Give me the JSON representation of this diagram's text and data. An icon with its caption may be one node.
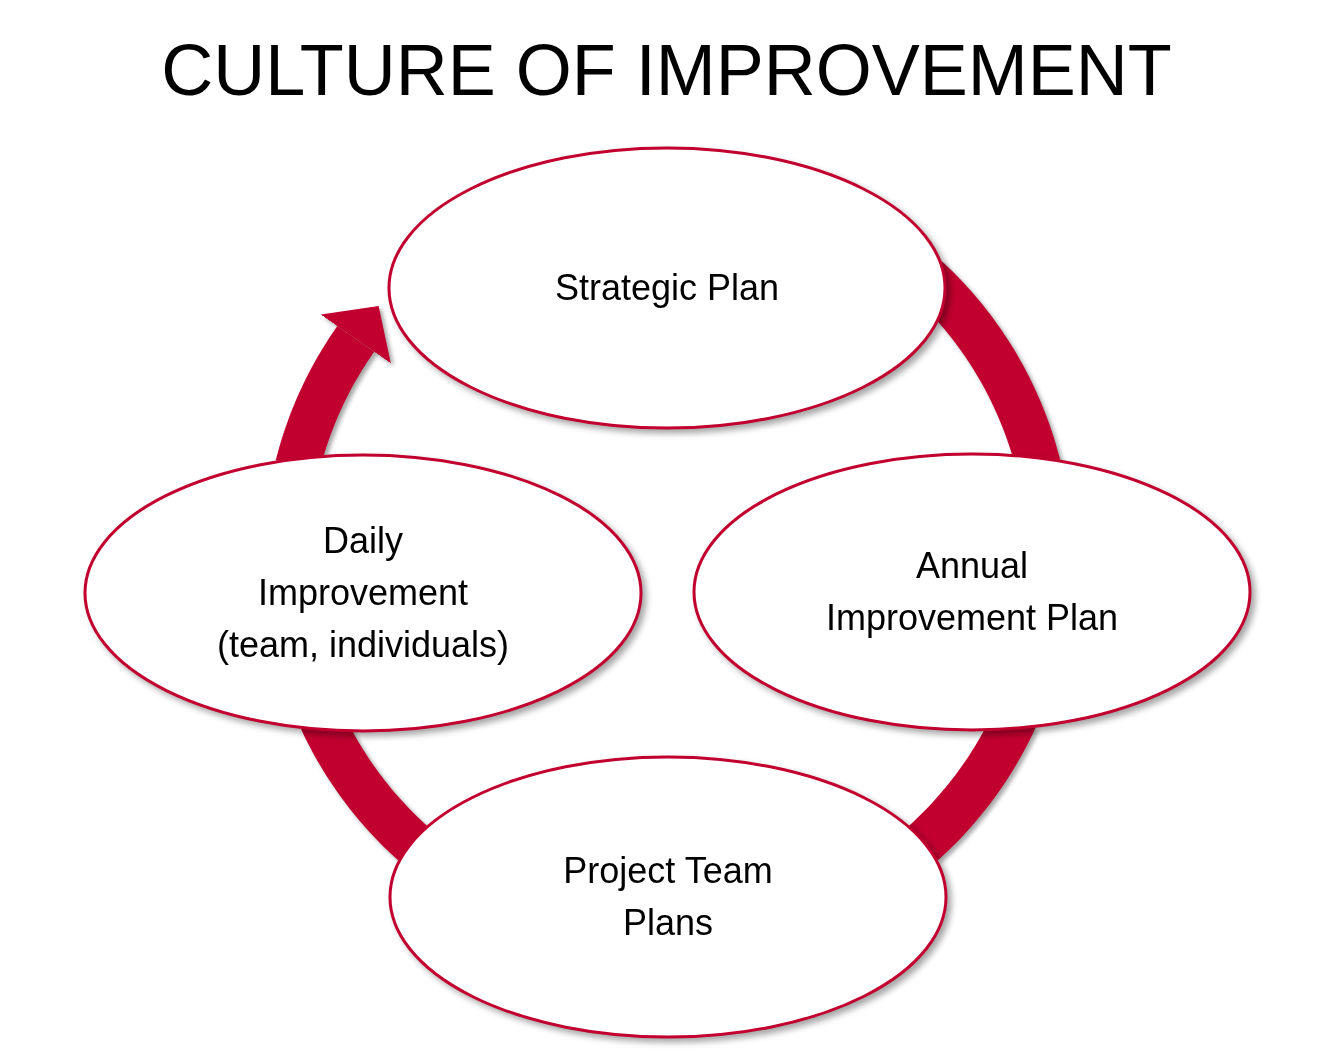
{
  "diagram": {
    "title": "CULTURE OF IMPROVEMENT",
    "nodes": [
      {
        "text": [
          "Strategic Plan"
        ]
      },
      {
        "text": [
          "Daily Improvement (team, individuals)"
        ]
      },
      {
        "text": [
          "Annual Improvement Plan"
        ]
      },
      {
        "text": [
          "Project Team Plans"
        ]
      }
    ],
    "edges": [
      {
        "from": 0,
        "to": 2,
        "arrow": "none"
      },
      {
        "from": 2,
        "to": 3,
        "arrow": "none"
      },
      {
        "from": 3,
        "to": 1,
        "arrow": "none"
      },
      {
        "from": 1,
        "to": 0,
        "arrow": "to"
      }
    ]
  }
}
